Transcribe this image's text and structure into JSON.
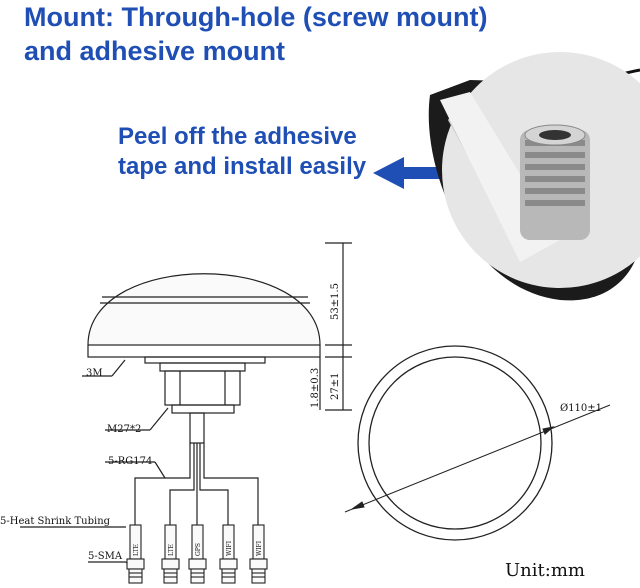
{
  "heading": {
    "line1": "Mount: Through-hole (screw mount)",
    "line2": "and adhesive mount"
  },
  "note": {
    "line1": "Peel off the adhesive",
    "line2": "tape and install easily"
  },
  "drawing": {
    "label_3m": "3M",
    "label_thread": "M27*2",
    "label_cable": "5-RG174",
    "label_tubing": "5-Heat Shrink Tubing",
    "label_connector": "5-SMA",
    "dim_height": "53±1.5",
    "dim_plate": "1.8±0.3",
    "dim_thread": "27±1",
    "dim_diameter": "Ø110±1",
    "connector_tags": [
      "LTE",
      "LTE",
      "GPS",
      "WIFI",
      "WIFI"
    ]
  },
  "unit": "Unit:mm",
  "colors": {
    "heading": "#1f4fb5",
    "arrow": "#1f4fb5",
    "antenna_body": "#1b1b1b",
    "adhesive": "#e4e4e4"
  }
}
